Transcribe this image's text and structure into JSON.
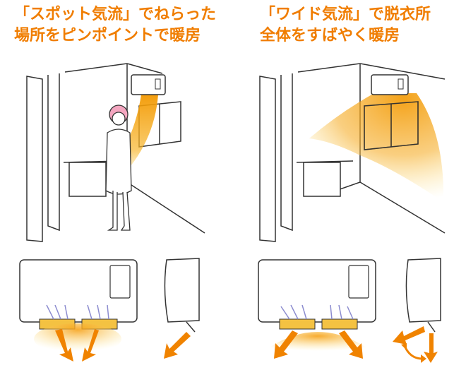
{
  "spot_mode": {
    "caption_line1": "「スポット気流」でねらった",
    "caption_line2": "場所をピンポイントで暖房"
  },
  "wide_mode": {
    "caption_line1": "「ワイド気流」で脱衣所",
    "caption_line2": "全体をすばやく暖房"
  },
  "colors": {
    "accent_text": "#f07d00",
    "airflow_orange": "#f39800",
    "arrow_orange": "#f08300",
    "louver_lines": "#8c8ccf",
    "outline": "#333333"
  },
  "icons": {
    "airflow": "warm-airflow-gradient",
    "direction": "arrow-icon"
  }
}
